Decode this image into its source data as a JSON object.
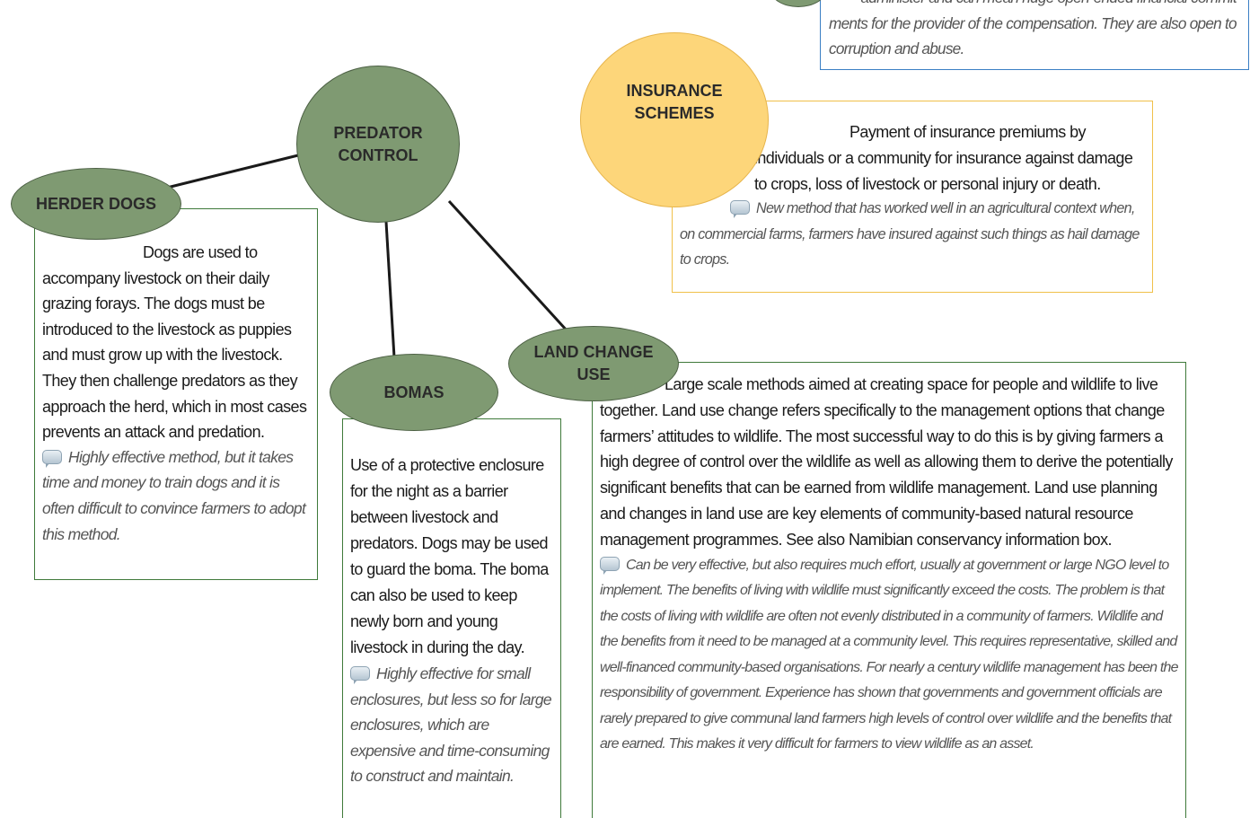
{
  "colors": {
    "node_green": "#7f9a72",
    "node_yellow": "#fdd67a",
    "box_border_green": "#3f7a3a",
    "box_border_yellow": "#f0c04a",
    "box_border_blue": "#3a7fc4"
  },
  "icons": {
    "comment": "speech-bubble-icon"
  },
  "nodes": {
    "predator_control": "PREDATOR\nCONTROL",
    "herder_dogs": "HERDER DOGS",
    "bomas": "BOMAS",
    "land_change_use": "LAND CHANGE\nUSE",
    "insurance_schemes": "INSURANCE\nSCHEMES"
  },
  "boxes": {
    "compensation": {
      "partial_line": "administer and can mean huge open-ended financial commit-",
      "eval_rest": "ments for the provider of the compensation. They are also open to corruption and abuse."
    },
    "insurance": {
      "desc": "Payment of insurance premiums by individuals or a community for insurance against damage to crops, loss of livestock or personal injury or death.",
      "eval": "New method that has worked well in an agricultural context when, on commercial farms, farmers have insured against such things as hail damage to crops."
    },
    "herder_dogs": {
      "desc": "Dogs are used to accompany livestock on their daily grazing forays. The dogs must be introduced to the livestock as puppies and must grow up with the livestock. They then challenge predators as they approach the herd, which in most cases prevents an attack and predation.",
      "eval": "Highly effective method, but it takes time and money to train dogs and it is often difficult to convince farmers to adopt this method."
    },
    "bomas": {
      "desc": "Use of a protective enclosure for the night as a barrier between livestock and predators. Dogs may be used to guard the boma. The boma can also be used to keep newly born and young livestock in during the day.",
      "eval": "Highly effective for small enclosures, but less so for large enclosures, which are expensive and time-consuming to construct and maintain."
    },
    "land_use": {
      "desc": "Large scale methods aimed at creating space for people and wildlife to live together. Land use change refers specifically to the management options that change farmers’ attitudes to wildlife. The most successful way to do this is by giving farmers a high degree of control over the wildlife as well as allowing them to derive the potentially significant benefits that can be earned from wildlife management. Land use planning and changes in land use are key elements of community-based natural resource management programmes. See also Namibian conservancy information box.",
      "eval": "Can be very effective, but also requires much effort, usually at government or large NGO level to implement. The benefits of living with wildlife must significantly exceed the costs. The problem is that the costs of living with wildlife are often not evenly distributed in a community of farmers. Wildlife and the benefits from it need to be managed at a community level. This requires representative, skilled and well-financed community-based organisations. For nearly a century wildlife management has been the responsibility of government. Experience has shown that governments and government officials are rarely prepared to give communal land farmers high levels of control over wildlife and the benefits that are earned. This makes it very difficult for farmers to view wildlife as an asset."
    }
  }
}
